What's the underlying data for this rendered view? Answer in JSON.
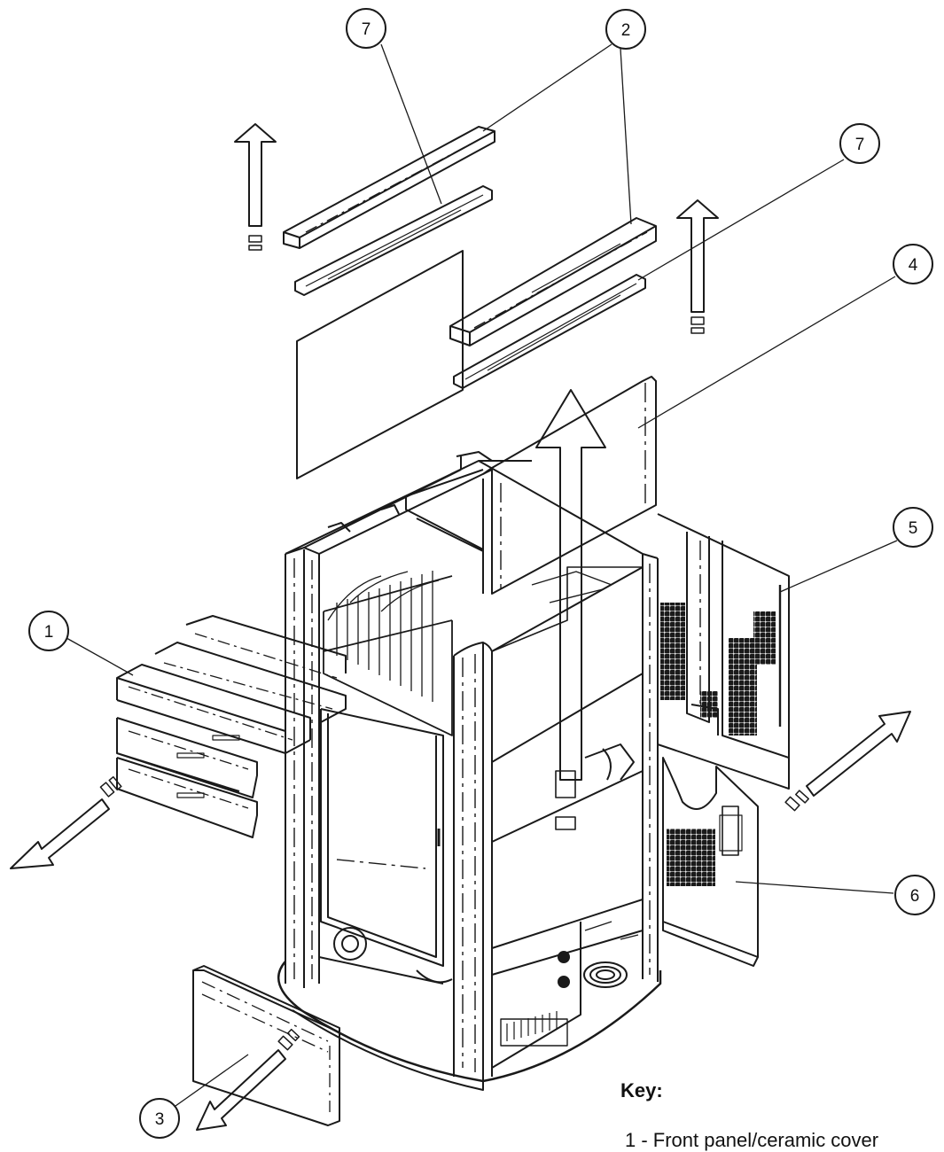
{
  "callouts": [
    "1",
    "2",
    "3",
    "4",
    "5",
    "6",
    "7"
  ],
  "key": {
    "title": "Key:",
    "items": [
      "1 - Front panel/ceramic cover"
    ]
  }
}
